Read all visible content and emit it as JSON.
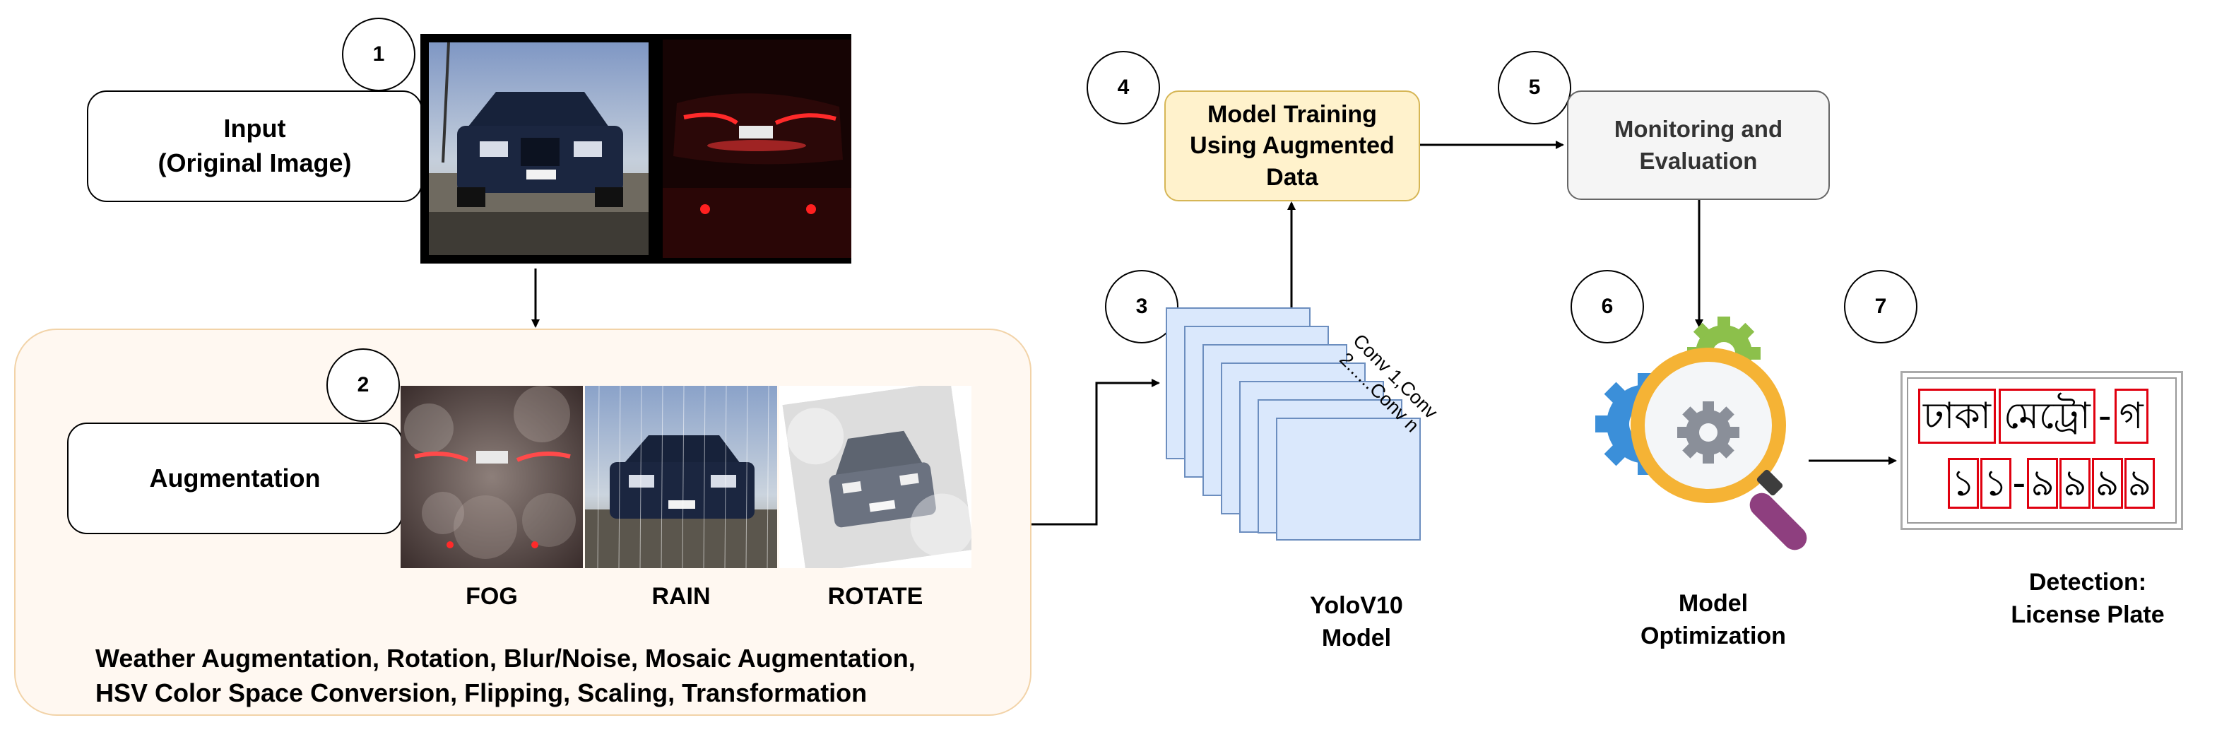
{
  "steps": [
    "1",
    "2",
    "3",
    "4",
    "5",
    "6",
    "7"
  ],
  "input_box": {
    "line1": "Input",
    "line2": "(Original Image)"
  },
  "augmentation_box": {
    "label": "Augmentation"
  },
  "aug_samples": [
    "FOG",
    "RAIN",
    "ROTATE"
  ],
  "aug_techniques": {
    "line1": "Weather Augmentation, Rotation, Blur/Noise, Mosaic Augmentation,",
    "line2": "HSV Color Space Conversion, Flipping, Scaling, Transformation"
  },
  "conv_label": {
    "line1": "Conv 1,Conv",
    "line2": "2......Conv n"
  },
  "model_label": {
    "line1": "YoloV10",
    "line2": "Model"
  },
  "training_box": {
    "line1": "Model Training",
    "line2": "Using Augmented",
    "line3": "Data"
  },
  "monitoring_box": {
    "line1": "Monitoring and",
    "line2": "Evaluation"
  },
  "optimization_label": {
    "line1": "Model",
    "line2": "Optimization"
  },
  "detection_label": {
    "line1": "Detection:",
    "line2": "License Plate"
  },
  "plate": {
    "row1": [
      "ঢাকা",
      "মেট্রো",
      "-",
      "গ"
    ],
    "row2": [
      "১",
      "১",
      "-",
      "৯",
      "৯",
      "৯",
      "৯"
    ]
  },
  "colors": {
    "training_fill": "#fff2cc",
    "training_border": "#d6b656",
    "monitoring_fill": "#f5f5f5",
    "aug_panel_fill": "#fff8f1",
    "aug_panel_border": "#f2d3a8",
    "layer_fill": "#dae8fc",
    "layer_border": "#6c8ebf",
    "plate_box": "#e0000f"
  }
}
